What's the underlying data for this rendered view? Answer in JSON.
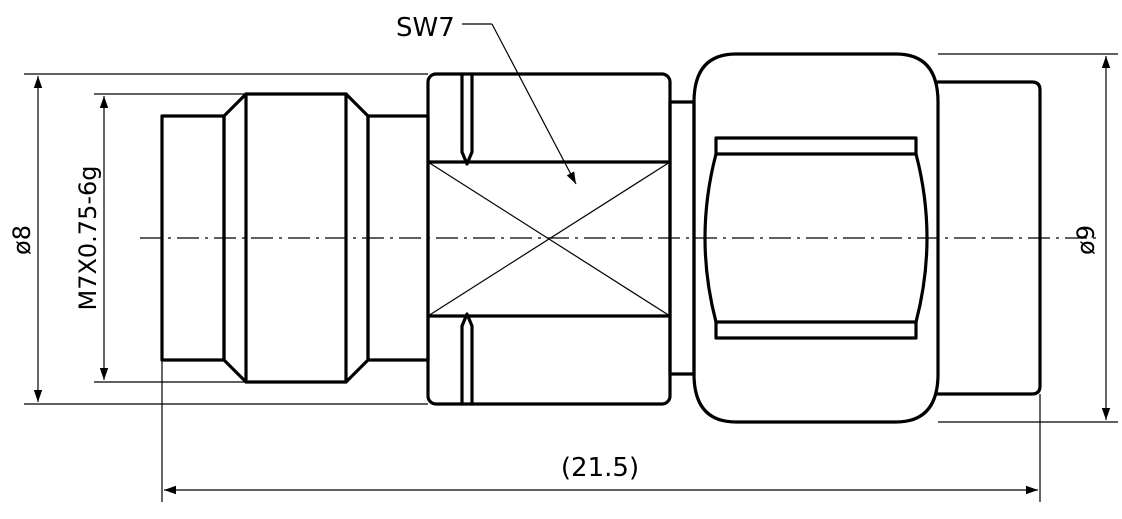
{
  "labels": {
    "wrench_size": "SW7",
    "left_diameter": "ø8",
    "thread_spec": "M7X0.75-6g",
    "right_diameter": "ø9",
    "overall_length": "(21.5)"
  }
}
